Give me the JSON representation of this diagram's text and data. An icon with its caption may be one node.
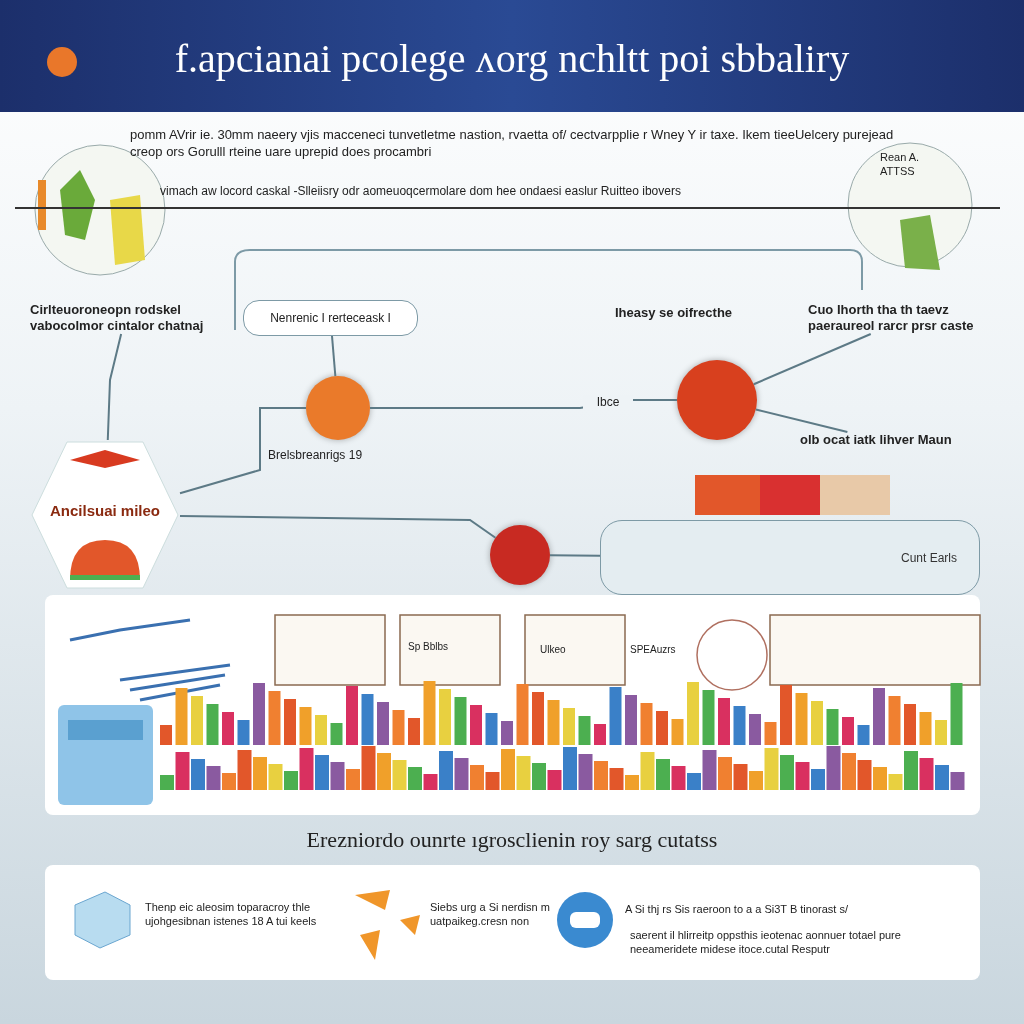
{
  "diagram": {
    "title": "f.apcianai pcolege ʌorg nchltt poi sbbaliry",
    "nodes": [
      {
        "text": [
          "Cirlteuoroneopn rodskel vabocolmor cintalor chatnaj"
        ]
      },
      {
        "text": [
          "Nenrenic I rerteceask I"
        ]
      },
      {
        "text": [],
        "shape": "circle"
      },
      {
        "text": [
          "Ancilsuai mileo"
        ]
      },
      {
        "text": [
          "Iheasy se oifrecthe"
        ]
      },
      {
        "text": [],
        "shape": "circle"
      },
      {
        "text": [
          "Cuo Ihorth tha th taevz paeraureol rarcr prsr caste"
        ]
      },
      {
        "text": [
          "olb ocat iatk lihver Maun"
        ]
      },
      {
        "text": [],
        "shape": "circle"
      },
      {
        "text": [
          "Cunt Earls"
        ]
      }
    ],
    "edges": [
      {
        "from": 0,
        "to": 3,
        "arrow": "none"
      },
      {
        "from": 1,
        "to": 2,
        "arrow": "none"
      },
      {
        "from": 3,
        "to": 2,
        "arrow": "none"
      },
      {
        "from": 2,
        "to": 5,
        "arrow": "none",
        "label": "Ibce"
      },
      {
        "from": 5,
        "to": 6,
        "arrow": "none"
      },
      {
        "from": 5,
        "to": 7,
        "arrow": "none"
      },
      {
        "from": 8,
        "to": 9,
        "arrow": "none"
      },
      {
        "from": 3,
        "to": 8,
        "arrow": "none"
      }
    ],
    "labels": [
      "pomm AVrir ie. 30mm naeery vjis macceneci tunvetletme nastion, rvaetta of/ cectvarpplie r Wney Y ir taxe. Ikem tieeUelcery purejead creop ors Gorulll rteine uare uprepid does procambri",
      "vimach aw locord caskal -Slleiisry odr aomeuoqcermolare dom hee ondaesi easlur Ruitteo ibovers",
      "Rean A. ATTSS",
      "Brelsbreanrigs 19",
      "Sp Bblbs",
      "Ulkeo",
      "SPEAuzrs",
      "Erezniordo ounrte ıgrosclienin roy sarg cutatss",
      "Thenp eic aleosim toparacroy thle ujohgesibnan istenes 18 A tui keels",
      "Siebs urg a Si nerdisn m uatpaikeg.cresn non",
      "A Si thj rs Sis raeroon to a a Si3T B tinorast s/",
      "saerent il hlirreitp oppsthis ieotenac aonnuer totael pure neeameridete midese itoce.cutal Resputr"
    ]
  }
}
